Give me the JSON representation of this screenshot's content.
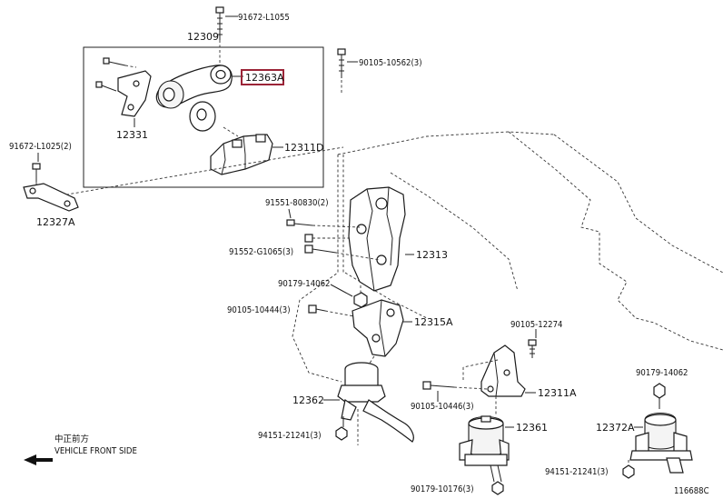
{
  "callouts": {
    "p91672_l1055": "91672-L1055",
    "p12309": "12309",
    "p90105_10562": "90105-10562(3)",
    "p12363a": "12363A",
    "p12331": "12331",
    "p91672_l1025": "91672-L1025(2)",
    "p12311d": "12311D",
    "p12327a": "12327A",
    "p91551_80830": "91551-80830(2)",
    "p91552_g1065": "91552-G1065(3)",
    "p12313": "12313",
    "p90179_14062a": "90179-14062",
    "p90105_10444": "90105-10444(3)",
    "p12315a": "12315A",
    "p90105_12274": "90105-12274",
    "p12362": "12362",
    "p90105_10446": "90105-10446(3)",
    "p12311a": "12311A",
    "p90179_14062b": "90179-14062",
    "p12361": "12361",
    "p12372a": "12372A",
    "p94151_21241a": "94151-21241(3)",
    "p94151_21241b": "94151-21241(3)",
    "p90179_10176": "90179-10176(3)"
  },
  "direction": {
    "cjk": "中正前方",
    "text": "VEHICLE FRONT SIDE"
  },
  "figure_id": "116688C",
  "colors": {
    "highlight": "#9b2437",
    "ink": "#1a1a1a"
  }
}
